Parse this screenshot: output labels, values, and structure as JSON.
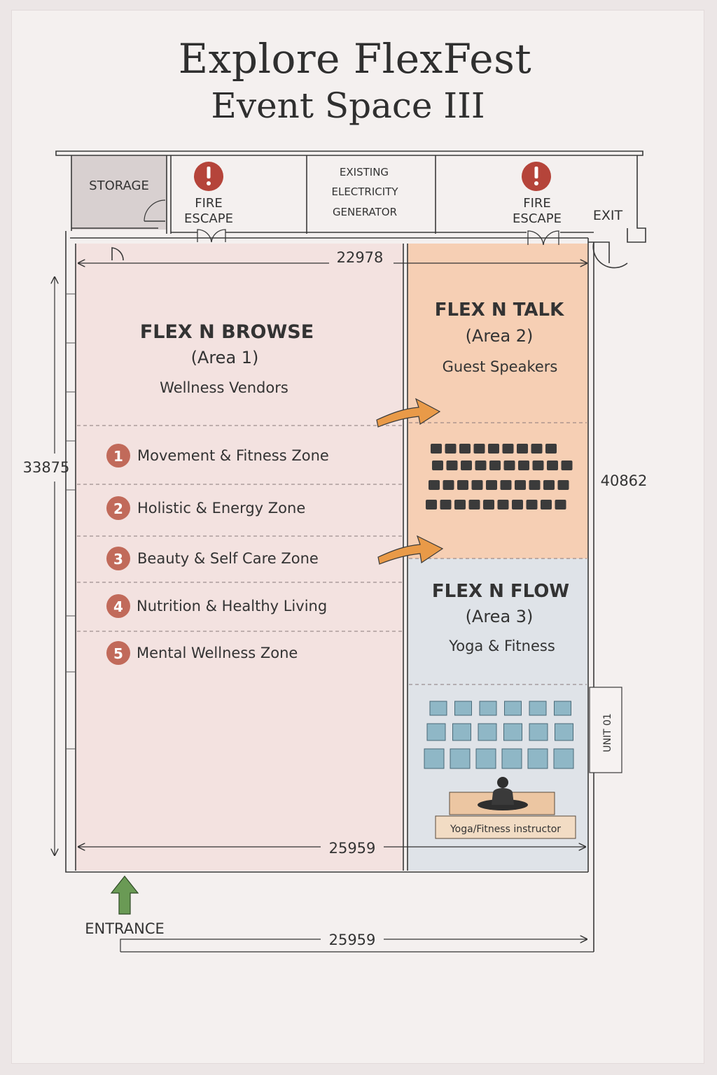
{
  "title": {
    "line1": "Explore FlexFest",
    "line2": "Event Space III"
  },
  "rooms": {
    "storage": "STORAGE",
    "fire_escape_left_line1": "FIRE",
    "fire_escape_left_line2": "ESCAPE",
    "generator_line1": "EXISTING",
    "generator_line2": "ELECTRICITY",
    "generator_line3": "GENERATOR",
    "fire_escape_right_line1": "FIRE",
    "fire_escape_right_line2": "ESCAPE",
    "exit": "EXIT",
    "unit": "UNIT 01",
    "entrance": "ENTRANCE"
  },
  "dimensions": {
    "top_width": "22978",
    "left_height": "33875",
    "right_height": "40862",
    "inner_bottom_width": "25959",
    "outer_bottom_width": "25959"
  },
  "areas": {
    "browse": {
      "name": "FLEX N BROWSE",
      "area": "(Area 1)",
      "subtitle": "Wellness Vendors",
      "zones": [
        {
          "num": "1",
          "label": "Movement & Fitness Zone"
        },
        {
          "num": "2",
          "label": "Holistic & Energy Zone"
        },
        {
          "num": "3",
          "label": "Beauty & Self Care Zone"
        },
        {
          "num": "4",
          "label": "Nutrition & Healthy Living"
        },
        {
          "num": "5",
          "label": "Mental Wellness Zone"
        }
      ]
    },
    "talk": {
      "name": "FLEX N TALK",
      "area": "(Area 2)",
      "subtitle": "Guest Speakers"
    },
    "flow": {
      "name": "FLEX N FLOW",
      "area": "(Area 3)",
      "subtitle": "Yoga & Fitness",
      "instructor": "Yoga/Fitness instructor"
    }
  },
  "colors": {
    "browse_fill": "#f3e2e0",
    "talk_fill": "#f6cfb4",
    "flow_fill": "#dfe3e8",
    "badge": "#c16a5a",
    "alert": "#b5443a",
    "arrow": "#e99a48",
    "entrance_arrow": "#6a9a55",
    "mat": "#8fb7c6"
  }
}
